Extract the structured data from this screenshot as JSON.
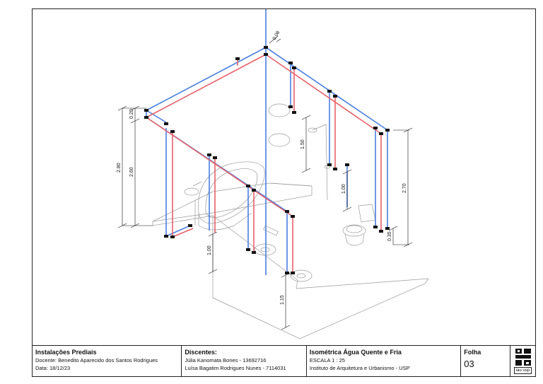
{
  "drawing": {
    "dimensions": {
      "d_008": "0.08",
      "d_020": "0.20",
      "d_280": "2.80",
      "d_260": "2.60",
      "d_150": "1.50",
      "d_100_shower": "1.00",
      "d_270": "2.70",
      "d_035": "0.35",
      "d_100_sink": "1.00",
      "d_115": "1.15"
    },
    "colors": {
      "cold_water": "#4a7fe0",
      "hot_water": "#e8606a",
      "fixture_line": "#9a9a9a",
      "connector": "#111111"
    }
  },
  "title_block": {
    "course": {
      "title": "Instalações Prediais",
      "teacher": "Docente: Benedito Aparecido dos Santos Rodrigues",
      "date": "Data: 18/12/23"
    },
    "students": {
      "title": "Discentes:",
      "student_1": "Júlia Kanomata Bones - 13692716",
      "student_2": "Luísa Bagatim Rodrigues Nunes - 7114031"
    },
    "sheet": {
      "title": "Isométrica Água Quente e Fria",
      "scale": "ESCALA  1 : 25",
      "institution": "Instituto de Arquitetura e Urbanismo - USP"
    },
    "folha": {
      "label": "Folha",
      "number": "03"
    },
    "logo": {
      "caption": "iau usp"
    }
  }
}
